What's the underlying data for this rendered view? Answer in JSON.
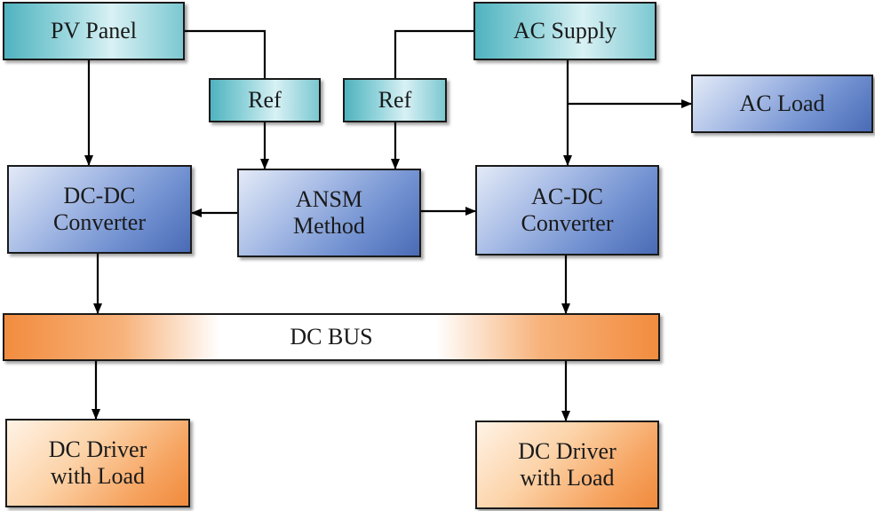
{
  "diagram": {
    "pv_panel": "PV Panel",
    "ac_supply": "AC Supply",
    "ref_left": "Ref",
    "ref_right": "Ref",
    "ac_load": "AC Load",
    "dcdc_converter": "DC-DC\nConverter",
    "ansm_method": "ANSM\nMethod",
    "acdc_converter": "AC-DC\nConverter",
    "dc_bus": "DC BUS",
    "dc_driver_left": "DC Driver\nwith Load",
    "dc_driver_right": "DC Driver\nwith Load"
  },
  "colors": {
    "cyan_box": "#7cc8d1",
    "blue_box": "#6f8fd0",
    "orange_box": "#f6a461",
    "line": "#000000"
  }
}
